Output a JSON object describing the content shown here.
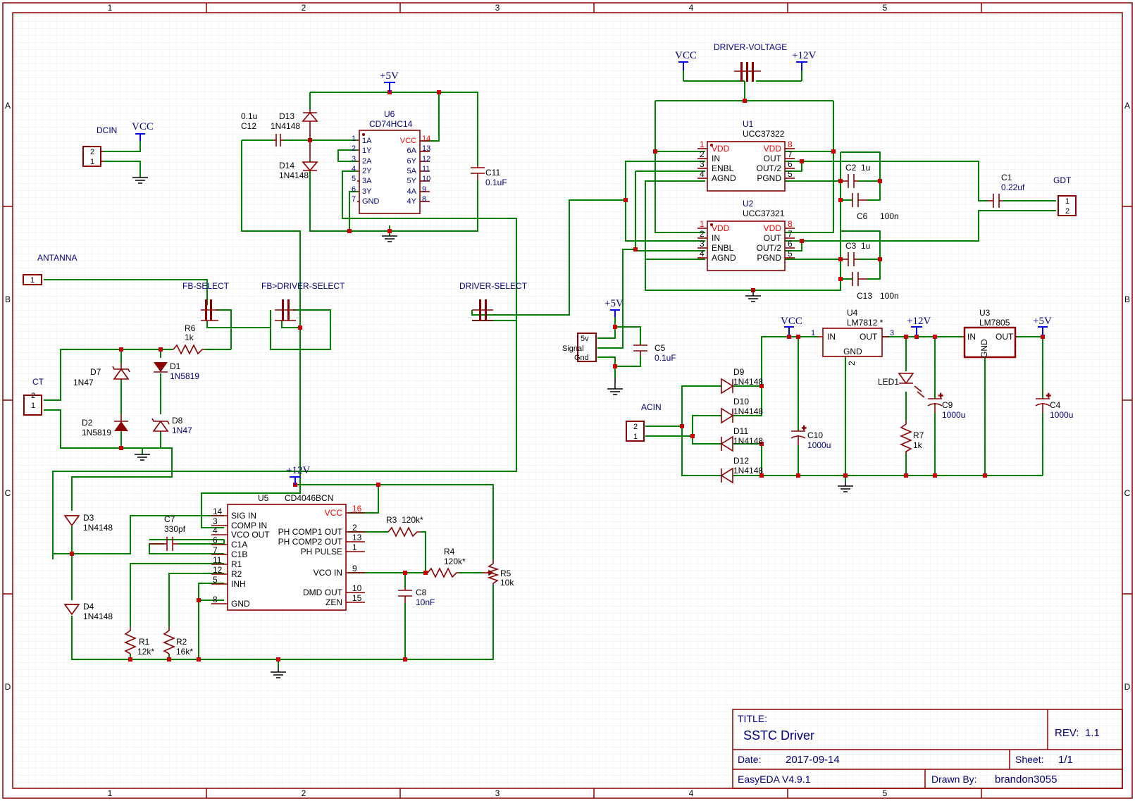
{
  "frame": {
    "columns": [
      "1",
      "2",
      "3",
      "4",
      "5"
    ],
    "rows": [
      "A",
      "B",
      "C",
      "D"
    ]
  },
  "title_block": {
    "title_label": "TITLE:",
    "title": "SSTC Driver",
    "rev_label": "REV:",
    "rev": "1.1",
    "date_label": "Date:",
    "date": "2017-09-14",
    "sheet_label": "Sheet:",
    "sheet": "1/1",
    "tool": "EasyEDA V4.9.1",
    "drawn_by_label": "Drawn By:",
    "drawn_by": "brandon3055"
  },
  "labels": {
    "dcin": "DCIN",
    "vcc": "VCC",
    "plus5v": "+5V",
    "plus12v": "+12V",
    "antanna": "ANTANNA",
    "fb_select": "FB-SELECT",
    "fb_driver_select": "FB>DRIVER-SELECT",
    "driver_select": "DRIVER-SELECT",
    "driver_voltage": "DRIVER-VOLTAGE",
    "ct": "CT",
    "gdt": "GDT",
    "acin": "ACIN",
    "signal_5v": "5v",
    "signal": "Signal",
    "signal_gnd": "Gnd"
  },
  "components": {
    "c12": {
      "ref": "C12",
      "value": "0.1u"
    },
    "d13": {
      "ref": "D13",
      "value": "1N4148"
    },
    "d14": {
      "ref": "D14",
      "value": "1N4148"
    },
    "c11": {
      "ref": "C11",
      "value": "0.1uF"
    },
    "u6": {
      "ref": "U6",
      "value": "CD74HC14"
    },
    "r6": {
      "ref": "R6",
      "value": "1k"
    },
    "d7": {
      "ref": "D7",
      "value": "1N47"
    },
    "d1": {
      "ref": "D1",
      "value": "1N5819"
    },
    "d2": {
      "ref": "D2",
      "value": "1N5819"
    },
    "d8": {
      "ref": "D8",
      "value": "1N47"
    },
    "u1": {
      "ref": "U1",
      "value": "UCC37322"
    },
    "u2": {
      "ref": "U2",
      "value": "UCC37321"
    },
    "c2": {
      "ref": "C2",
      "value": "1u"
    },
    "c6": {
      "ref": "C6",
      "value": "100n"
    },
    "c3": {
      "ref": "C3",
      "value": "1u"
    },
    "c13": {
      "ref": "C13",
      "value": "100n"
    },
    "c1": {
      "ref": "C1",
      "value": "0.22uf"
    },
    "c5": {
      "ref": "C5",
      "value": "0.1uF"
    },
    "u4": {
      "ref": "U4",
      "value": "LM7812 *"
    },
    "u3": {
      "ref": "U3",
      "value": "LM7805"
    },
    "d9": {
      "ref": "D9",
      "value": "1N4148"
    },
    "d10": {
      "ref": "D10",
      "value": "1N4148"
    },
    "d11": {
      "ref": "D11",
      "value": "1N4148"
    },
    "d12": {
      "ref": "D12",
      "value": "1N4148"
    },
    "c10": {
      "ref": "C10",
      "value": "1000u"
    },
    "led1": {
      "ref": "LED1"
    },
    "r7": {
      "ref": "R7",
      "value": "1k"
    },
    "c9": {
      "ref": "C9",
      "value": "1000u"
    },
    "c4": {
      "ref": "C4",
      "value": "1000u"
    },
    "u5": {
      "ref": "U5",
      "value": "CD4046BCN"
    },
    "d3": {
      "ref": "D3",
      "value": "1N4148"
    },
    "d4": {
      "ref": "D4",
      "value": "1N4148"
    },
    "c7": {
      "ref": "C7",
      "value": "330pf"
    },
    "r3": {
      "ref": "R3",
      "value": "120k*"
    },
    "r4": {
      "ref": "R4",
      "value": "120k*"
    },
    "r5": {
      "ref": "R5",
      "value": "10k"
    },
    "c8": {
      "ref": "C8",
      "value": "10nF"
    },
    "r1": {
      "ref": "R1",
      "value": "12k*"
    },
    "r2": {
      "ref": "R2",
      "value": "16k*"
    }
  },
  "u6_pins": {
    "left": [
      "1A",
      "1Y",
      "2A",
      "2Y",
      "3A",
      "3Y",
      "GND"
    ],
    "left_nums": [
      "1",
      "2",
      "3",
      "4",
      "5",
      "6",
      "7"
    ],
    "right": [
      "VCC",
      "6A",
      "6Y",
      "5A",
      "5Y",
      "4A",
      "4Y"
    ],
    "right_nums": [
      "14",
      "13",
      "12",
      "11",
      "10",
      "9",
      "8"
    ]
  },
  "ucc_pins": {
    "left": [
      "VDD",
      "IN",
      "ENBL",
      "AGND"
    ],
    "left_nums": [
      "1",
      "2",
      "3",
      "4"
    ],
    "right": [
      "VDD",
      "OUT",
      "OUT/2",
      "PGND"
    ],
    "right_nums": [
      "8",
      "7",
      "6",
      "5"
    ]
  },
  "reg_pins": {
    "in": "IN",
    "out": "OUT",
    "gnd": "GND",
    "u4_in_num": "1",
    "u4_out_num": "3",
    "u4_gnd_num": "2"
  },
  "u5_pins": {
    "left": [
      "SIG IN",
      "COMP IN",
      "VCO OUT",
      "C1A",
      "C1B",
      "R1",
      "R2",
      "INH",
      "GND"
    ],
    "left_nums": [
      "14",
      "3",
      "4",
      "6",
      "7",
      "11",
      "12",
      "5",
      "8"
    ],
    "right": [
      "VCC",
      "PH COMP1 OUT",
      "PH COMP2 OUT",
      "PH PULSE",
      "VCO IN",
      "DMD OUT",
      "ZEN"
    ],
    "right_nums": [
      "16",
      "2",
      "13",
      "1",
      "9",
      "10",
      "15"
    ]
  },
  "connector_pins": {
    "one": "1",
    "two": "2"
  }
}
